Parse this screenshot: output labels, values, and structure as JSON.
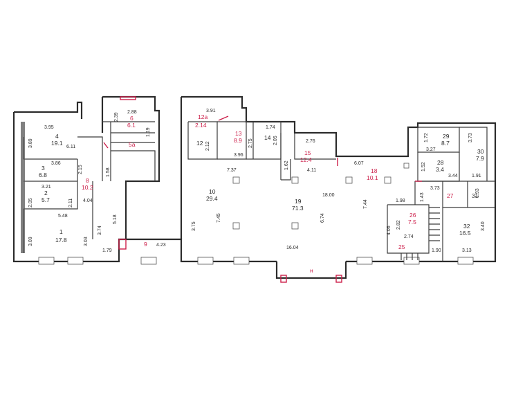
{
  "rooms": [
    {
      "id": "4",
      "area": "19.1"
    },
    {
      "id": "3",
      "area": "6.8"
    },
    {
      "id": "2",
      "area": "5.7"
    },
    {
      "id": "1",
      "area": "17.8"
    },
    {
      "id": "8",
      "area": "10.2"
    },
    {
      "id": "6",
      "area": "6.1"
    },
    {
      "id": "5a",
      "area": ""
    },
    {
      "id": "12a",
      "area": "2.14"
    },
    {
      "id": "12",
      "area": ""
    },
    {
      "id": "13",
      "area": "8.9"
    },
    {
      "id": "14",
      "area": "2.05"
    },
    {
      "id": "15",
      "area": "12.4"
    },
    {
      "id": "10",
      "area": "29.4"
    },
    {
      "id": "19",
      "area": "71.3"
    },
    {
      "id": "18",
      "area": "10.1"
    },
    {
      "id": "29",
      "area": "8.7"
    },
    {
      "id": "30",
      "area": "7.9"
    },
    {
      "id": "28",
      "area": "3.4"
    },
    {
      "id": "27",
      "area": ""
    },
    {
      "id": "31",
      "area": ""
    },
    {
      "id": "26",
      "area": "7.5"
    },
    {
      "id": "32",
      "area": "16.5"
    },
    {
      "id": "9",
      "area": ""
    },
    {
      "id": "25",
      "area": ""
    }
  ],
  "dimensions": [
    "3.95",
    "3.89",
    "6.11",
    "3.86",
    "2.15",
    "3.21",
    "2.05",
    "2.11",
    "4.04",
    "5.48",
    "3.09",
    "3.03",
    "3.74",
    "1.79",
    "5.18",
    "2.88",
    "2.39",
    "1.19",
    "1.58",
    "4.23",
    "3.91",
    "2.12",
    "3.96",
    "2.75",
    "1.74",
    "2.76",
    "1.62",
    "7.37",
    "4.11",
    "6.07",
    "18.00",
    "7.45",
    "3.75",
    "6.74",
    "7.44",
    "1.72",
    "3.27",
    "3.73",
    "1.91",
    "1.52",
    "3.44",
    "3.73",
    "1.93",
    "1.98",
    "1.43",
    "2.82",
    "4.06",
    "2.74",
    "3.40",
    "3.13",
    "16.04",
    "1.90"
  ],
  "markers": {
    "entrance": "н"
  }
}
